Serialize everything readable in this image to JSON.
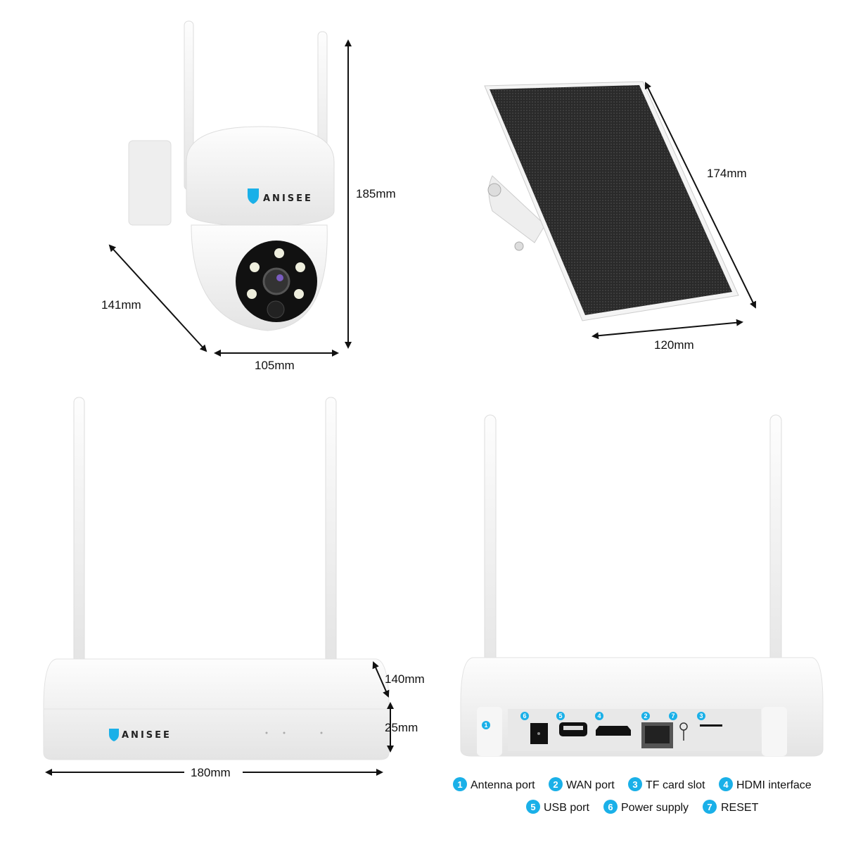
{
  "brand": "ANISEE",
  "camera": {
    "height": "185mm",
    "depth": "141mm",
    "width": "105mm"
  },
  "solar_panel": {
    "length": "174mm",
    "width": "120mm"
  },
  "nvr": {
    "depth": "140mm",
    "height": "25mm",
    "width": "180mm"
  },
  "accent_color": "#1ab0e8",
  "legend": [
    {
      "num": "1",
      "label": "Antenna port"
    },
    {
      "num": "2",
      "label": "WAN port"
    },
    {
      "num": "3",
      "label": "TF card slot"
    },
    {
      "num": "4",
      "label": "HDMI interface"
    },
    {
      "num": "5",
      "label": "USB port"
    },
    {
      "num": "6",
      "label": "Power supply"
    },
    {
      "num": "7",
      "label": "RESET"
    }
  ]
}
